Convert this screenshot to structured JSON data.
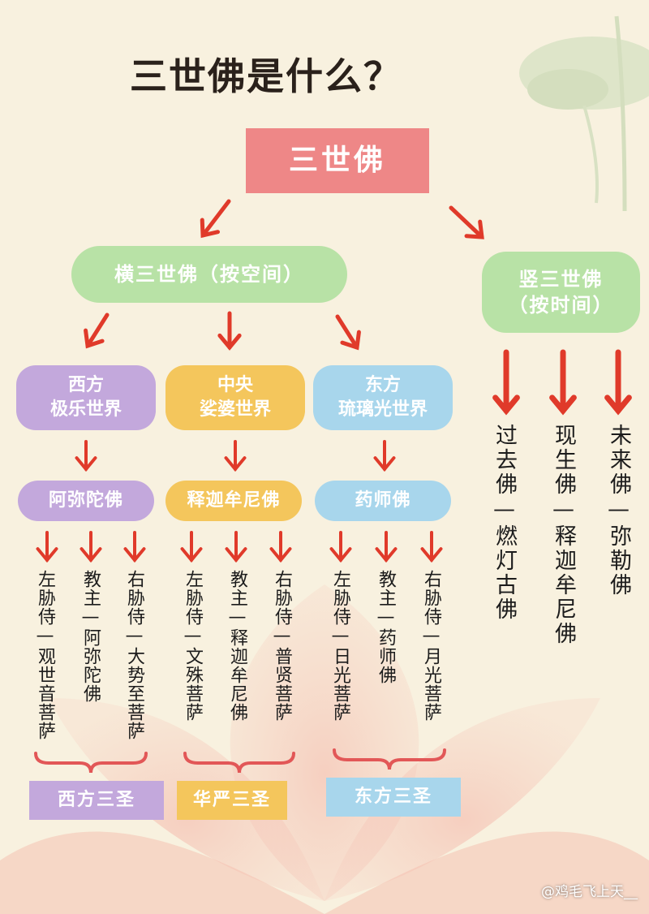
{
  "title": "三世佛是什么？",
  "root": "三世佛",
  "horizontal": "横三世佛（按空间）",
  "vertical": {
    "line1": "竖三世佛",
    "line2": "（按时间）"
  },
  "realms": [
    {
      "line1": "西方",
      "line2": "极乐世界",
      "buddha": "阿弥陀佛",
      "attendants": [
        "左胁侍—观世音菩萨",
        "教主—阿弥陀佛",
        "右胁侍—大势至菩萨"
      ],
      "group": "西方三圣"
    },
    {
      "line1": "中央",
      "line2": "娑婆世界",
      "buddha": "释迦牟尼佛",
      "attendants": [
        "左胁侍—文殊菩萨",
        "教主—释迦牟尼佛",
        "右胁侍—普贤菩萨"
      ],
      "group": "华严三圣"
    },
    {
      "line1": "东方",
      "line2": "琉璃光世界",
      "buddha": "药师佛",
      "attendants": [
        "左胁侍—日光菩萨",
        "教主—药师佛",
        "右胁侍—月光菩萨"
      ],
      "group": "东方三圣"
    }
  ],
  "times": [
    "过去佛—燃灯古佛",
    "现生佛—释迦牟尼佛",
    "未来佛—弥勒佛"
  ],
  "watermark": "@鸡毛飞上天__",
  "colors": {
    "arrow": "#e03a2a",
    "root": "#ee8787",
    "green": "#b8e2a6",
    "purple": "#c3a8dc",
    "orange": "#f4c65c",
    "blue": "#a8d6ec",
    "background": "#f8f1df",
    "brace": "#e25757"
  }
}
